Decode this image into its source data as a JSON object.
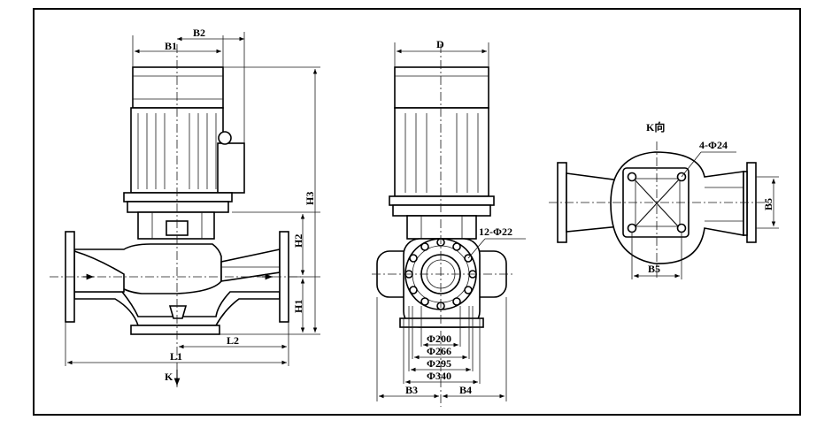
{
  "drawing": {
    "side_view": {
      "B1": "B1",
      "B2": "B2",
      "H1": "H1",
      "H2": "H2",
      "H3": "H3",
      "L1": "L1",
      "L2": "L2",
      "K": "K"
    },
    "front_view": {
      "D": "D",
      "holes": "12-Φ22",
      "d200": "Φ200",
      "d266": "Φ266",
      "d295": "Φ295",
      "d340": "Φ340",
      "B3": "B3",
      "B4": "B4"
    },
    "k_view": {
      "title": "K向",
      "holes": "4-Φ24",
      "B5_h": "B5",
      "B5_v": "B5"
    }
  }
}
